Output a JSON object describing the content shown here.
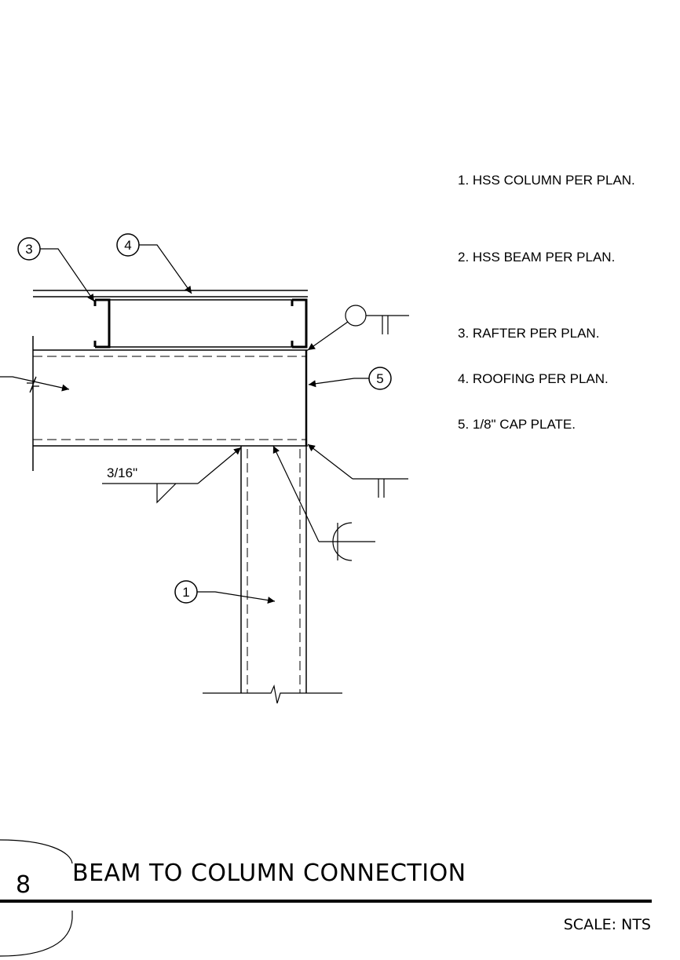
{
  "notes": [
    {
      "text": "1. HSS COLUMN PER PLAN."
    },
    {
      "text": "2. HSS BEAM PER PLAN."
    },
    {
      "text": "3. RAFTER PER PLAN."
    },
    {
      "text": "4. ROOFING PER PLAN."
    },
    {
      "text": "5. 1/8\" CAP PLATE."
    }
  ],
  "callouts": {
    "c1": "1",
    "c3": "3",
    "c4": "4",
    "c5": "5"
  },
  "weld_size": "3/16\"",
  "title": {
    "detail_number": "8",
    "text": "BEAM TO COLUMN CONNECTION",
    "scale": "SCALE: NTS"
  }
}
